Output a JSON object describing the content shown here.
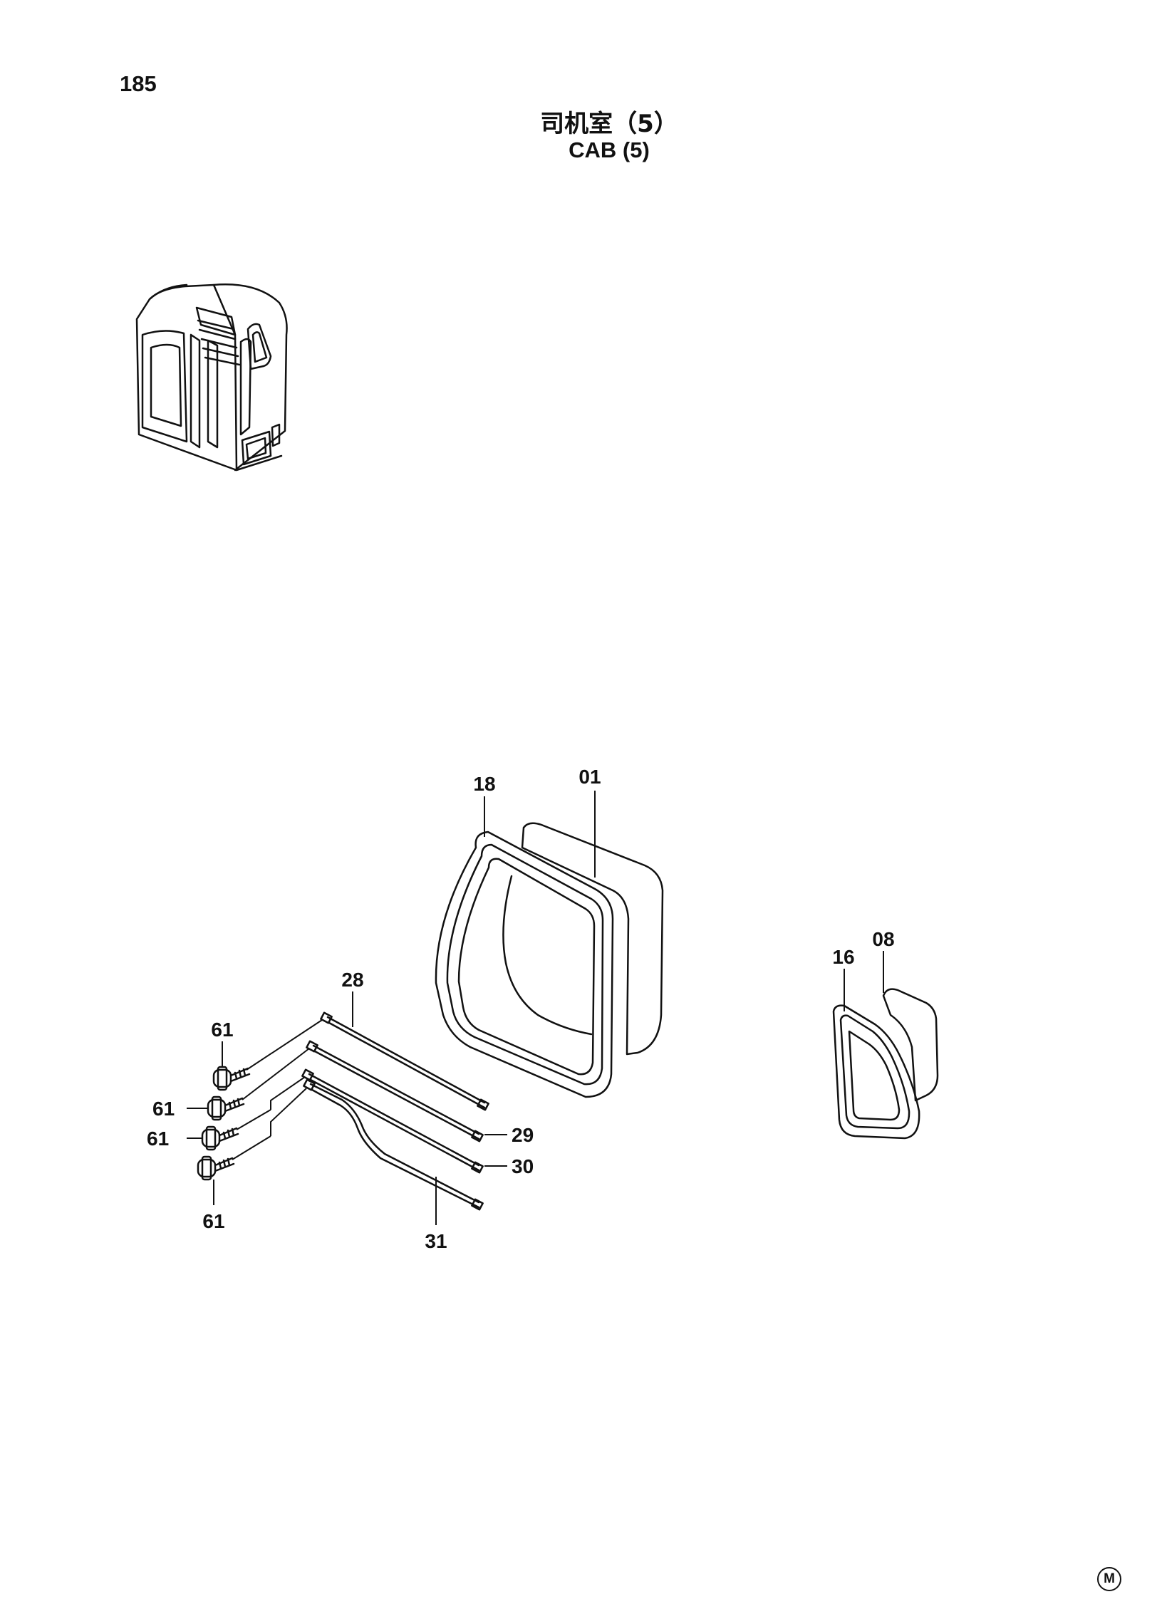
{
  "header": {
    "page_number": "185",
    "title_cn": "司机室（5）",
    "title_en": "CAB (5)"
  },
  "callouts": {
    "p01": "01",
    "p18": "18",
    "p08": "08",
    "p16": "16",
    "p28": "28",
    "p29": "29",
    "p30": "30",
    "p31": "31",
    "p61": "61"
  },
  "footer": {
    "mark": "M"
  }
}
